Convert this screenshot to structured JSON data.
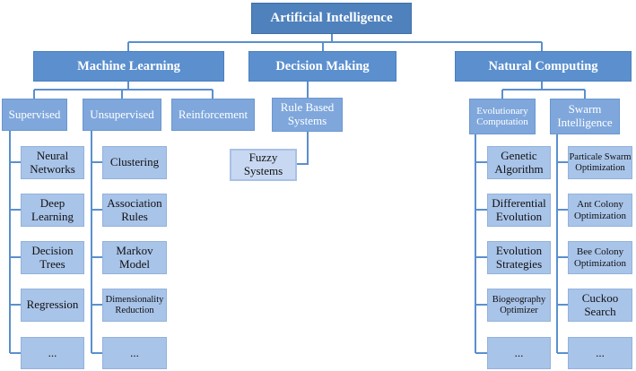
{
  "root": {
    "label": "Artificial Intelligence"
  },
  "categories": [
    {
      "label": "Machine Learning",
      "subs": [
        {
          "label": "Supervised",
          "items": [
            "Neural Networks",
            "Deep Learning",
            "Decision Trees",
            "Regression",
            "..."
          ]
        },
        {
          "label": "Unsupervised",
          "items": [
            "Clustering",
            "Association Rules",
            "Markov Model",
            "Dimensionality Reduction",
            "..."
          ]
        },
        {
          "label": "Reinforcement",
          "items": []
        }
      ]
    },
    {
      "label": "Decision Making",
      "subs": [
        {
          "label": "Rule Based Systems",
          "items": [
            "Fuzzy Systems"
          ]
        }
      ]
    },
    {
      "label": "Natural Computing",
      "subs": [
        {
          "label": "Evolutionary Computation",
          "items": [
            "Genetic Algorithm",
            "Differential Evolution",
            "Evolution Strategies",
            "Biogeography Optimizer",
            "..."
          ]
        },
        {
          "label": "Swarm Intelligence",
          "items": [
            "Particale Swarm Optimization",
            "Ant Colony Optimization",
            "Bee Colony Optimization",
            "Cuckoo Search",
            "..."
          ]
        }
      ]
    }
  ],
  "colors": {
    "line": "#5b8fce",
    "level0": "#4f81bd",
    "level1": "#5b8fce",
    "level2": "#7fa7dc",
    "level3": "#a9c4e9"
  }
}
